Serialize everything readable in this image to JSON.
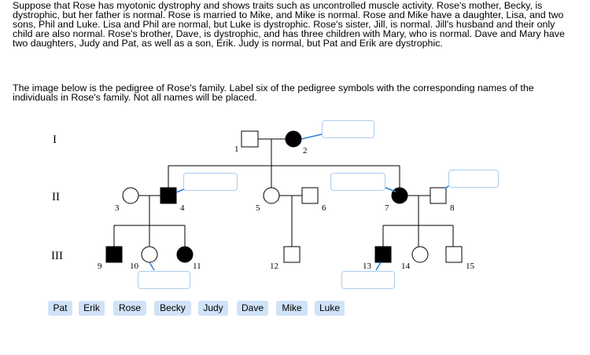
{
  "question": {
    "paragraph1": "Suppose that Rose has myotonic dystrophy and shows traits such as uncontrolled muscle activity. Rose's mother, Becky, is dystrophic, but her father is normal. Rose is married to Mike, and Mike is normal. Rose and Mike have a daughter, Lisa, and two sons, Phil and Luke. Lisa and Phil are normal, but Luke is dystrophic. Rose's sister, Jill, is normal. Jill's husband and their only child are also normal. Rose's brother, Dave, is dystrophic, and has three children with Mary, who is normal. Dave and Mary have two daughters, Judy and Pat, as well as a son, Erik. Judy is normal, but Pat and Erik are dystrophic.",
    "paragraph2": "The image below is the pedigree of Rose's family. Label six of the pedigree symbols with the corresponding names of the individuals in Rose's family. Not all names will be placed."
  },
  "pedigree": {
    "generations": [
      "I",
      "II",
      "III"
    ],
    "individuals": [
      {
        "id": "1",
        "sex": "male",
        "affected": false
      },
      {
        "id": "2",
        "sex": "female",
        "affected": true
      },
      {
        "id": "3",
        "sex": "female",
        "affected": false
      },
      {
        "id": "4",
        "sex": "male",
        "affected": true
      },
      {
        "id": "5",
        "sex": "female",
        "affected": false
      },
      {
        "id": "6",
        "sex": "male",
        "affected": false
      },
      {
        "id": "7",
        "sex": "female",
        "affected": true
      },
      {
        "id": "8",
        "sex": "male",
        "affected": false
      },
      {
        "id": "9",
        "sex": "male",
        "affected": true
      },
      {
        "id": "10",
        "sex": "female",
        "affected": false
      },
      {
        "id": "11",
        "sex": "female",
        "affected": true
      },
      {
        "id": "12",
        "sex": "male",
        "affected": false
      },
      {
        "id": "13",
        "sex": "male",
        "affected": true
      },
      {
        "id": "14",
        "sex": "female",
        "affected": false
      },
      {
        "id": "15",
        "sex": "male",
        "affected": false
      }
    ],
    "label_targets": [
      "2",
      "4",
      "7",
      "8",
      "10",
      "13"
    ]
  },
  "name_chips": [
    "Pat",
    "Erik",
    "Rose",
    "Becky",
    "Judy",
    "Dave",
    "Mike",
    "Luke"
  ],
  "colors": {
    "chip_background": "#cfe2f7",
    "drop_zone_border": "#a9cdee",
    "leader_line": "#2a7fd4",
    "symbol": "#000000"
  }
}
